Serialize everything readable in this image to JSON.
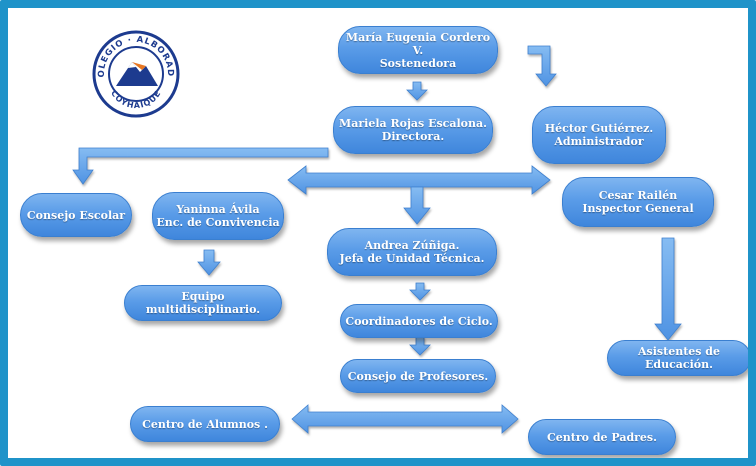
{
  "logo": {
    "text_top": "COLEGIO · ALBORADA",
    "text_bottom": "COYHAIQUE",
    "colors": {
      "ring": "#1d3b8f",
      "mountain": "#1d3b8f",
      "accent": "#e87722"
    }
  },
  "colors": {
    "frame": "#1f93c9",
    "node_top": "#7fb5f0",
    "node_bottom": "#3f86dc",
    "arrow": "#5b9ee9"
  },
  "nodes": {
    "sostenedora": {
      "line1": "María Eugenia Cordero V.",
      "line2": "Sostenedora"
    },
    "directora": {
      "line1": "Mariela Rojas Escalona.",
      "line2": "Directora."
    },
    "administrador": {
      "line1": "Héctor Gutiérrez.",
      "line2": "Administrador"
    },
    "consejo_escolar": {
      "line1": "Consejo Escolar"
    },
    "convivencia": {
      "line1": "Yaninna Ávila",
      "line2": "Enc. de Convivencia"
    },
    "inspector": {
      "line1": "Cesar Railén",
      "line2": "Inspector General"
    },
    "utp": {
      "line1": "Andrea  Zúñiga.",
      "line2": "Jefa de Unidad Técnica."
    },
    "multidisciplinario": {
      "line1": "Equipo multidisciplinario."
    },
    "coordinadores": {
      "line1": "Coordinadores de Ciclo."
    },
    "asistentes": {
      "line1": "Asistentes de Educación."
    },
    "profesores": {
      "line1": "Consejo de Profesores."
    },
    "alumnos": {
      "line1": "Centro de Alumnos ."
    },
    "padres": {
      "line1": "Centro de Padres."
    }
  }
}
